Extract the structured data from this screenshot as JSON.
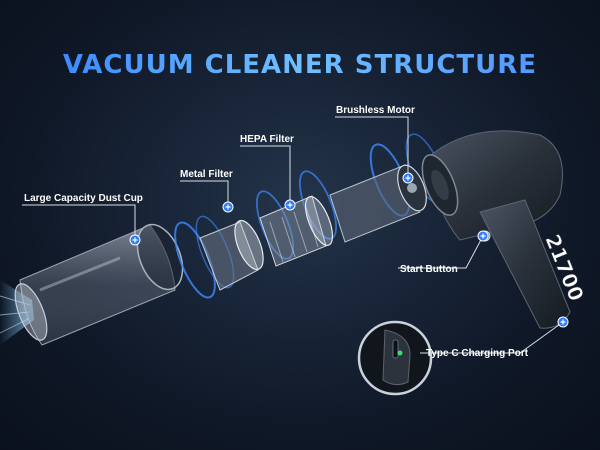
{
  "title": "VACUUM CLEANER STRUCTURE",
  "labels": {
    "dust_cup": "Large Capacity Dust Cup",
    "metal_filter": "Metal Filter",
    "hepa_filter": "HEPA Filter",
    "brushless_motor": "Brushless Motor",
    "start_button": "Start Button",
    "charging_port": "Type C Charging Port"
  },
  "handle_text": "21700",
  "colors": {
    "title_accent": "#4a8dff",
    "marker_blue": "#2f7dff",
    "ring_glow": "#3d8bff",
    "charge_led": "#3ddc6a"
  }
}
